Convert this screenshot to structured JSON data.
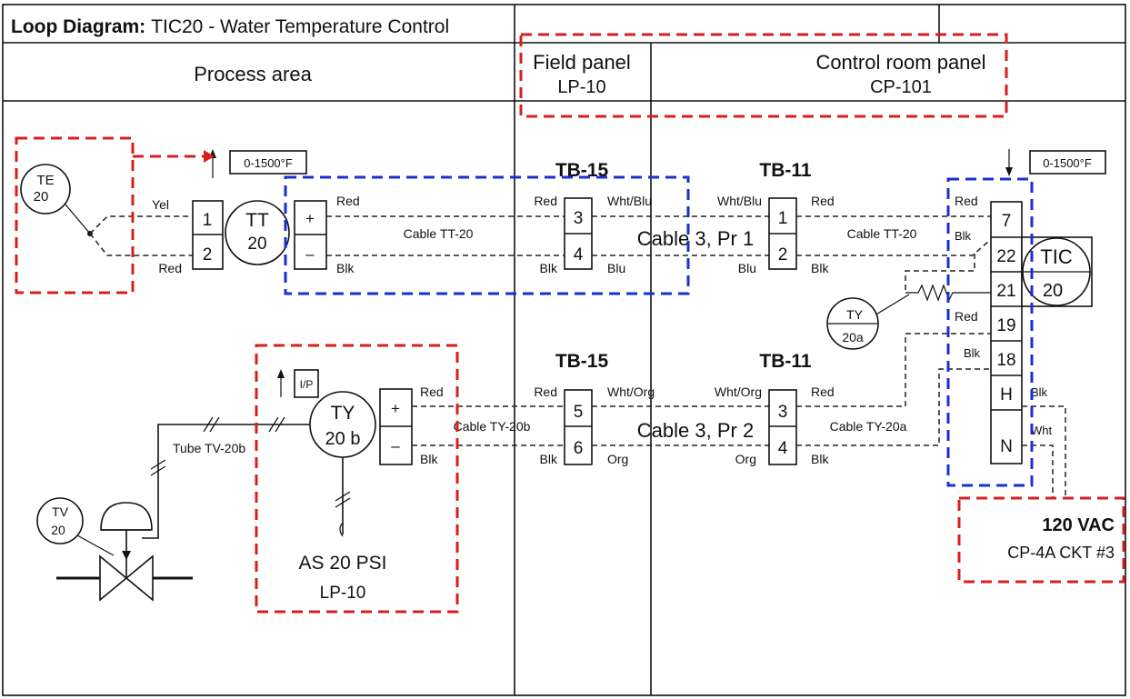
{
  "title": {
    "bold": "Loop Diagram:",
    "rest": "TIC20 - Water Temperature Control"
  },
  "header": {
    "process_area": "Process area",
    "field_panel": "Field panel",
    "field_panel_id": "LP-10",
    "control_room_panel": "Control room panel",
    "control_room_panel_id": "CP-101"
  },
  "instruments": {
    "te": {
      "tag": "TE",
      "num": "20"
    },
    "tt": {
      "tag": "TT",
      "num": "20"
    },
    "tic": {
      "tag": "TIC",
      "num": "20"
    },
    "ty20a": {
      "tag": "TY",
      "num": "20a"
    },
    "ty20b": {
      "tag": "TY",
      "num": "20 b"
    },
    "tv": {
      "tag": "TV",
      "num": "20"
    }
  },
  "ranges": {
    "tt": "0-1500°F",
    "tic": "0-1500°F"
  },
  "ip_label": "I/P",
  "terminal_blocks": {
    "tb15_top": "TB-15",
    "tb11_top": "TB-11",
    "tb15_bottom": "TB-15",
    "tb11_bottom": "TB-11"
  },
  "terminals": {
    "tt_in": [
      "1",
      "2"
    ],
    "tt_out": [
      "+",
      "–"
    ],
    "tb15_top": [
      "3",
      "4"
    ],
    "tb11_top": [
      "1",
      "2"
    ],
    "ty_in": [
      "+",
      "–"
    ],
    "tb15_bottom": [
      "5",
      "6"
    ],
    "tb11_bottom": [
      "3",
      "4"
    ],
    "tic": [
      "7",
      "22",
      "21",
      "19",
      "18",
      "H",
      "N"
    ]
  },
  "wires": {
    "yel": "Yel",
    "red_te": "Red",
    "tt_red": "Red",
    "tt_blk": "Blk",
    "tb15t_red": "Red",
    "tb15t_whtblu": "Wht/Blu",
    "tb15t_blk": "Blk",
    "tb15t_blu": "Blu",
    "tb11t_whtblu": "Wht/Blu",
    "tb11t_red": "Red",
    "tb11t_blu": "Blu",
    "tb11t_blk": "Blk",
    "tic_red7": "Red",
    "tic_blk22": "Blk",
    "tic_red19": "Red",
    "tic_blk18": "Blk",
    "ty_red": "Red",
    "ty_blk": "Blk",
    "tb15b_red": "Red",
    "tb15b_whtorg": "Wht/Org",
    "tb15b_blk": "Blk",
    "tb15b_org": "Org",
    "tb11b_whtorg": "Wht/Org",
    "tb11b_red": "Red",
    "tb11b_org": "Org",
    "tb11b_blk": "Blk",
    "h_blk": "Blk",
    "n_wht": "Wht"
  },
  "cables": {
    "tt20_field": "Cable TT-20",
    "tt20_ctrl": "Cable TT-20",
    "pair1": "Cable 3, Pr 1",
    "ty20b": "Cable TY-20b",
    "pair2": "Cable 3, Pr 2",
    "ty20a": "Cable TY-20a"
  },
  "tube": "Tube TV-20b",
  "air_supply": {
    "line1": "AS 20 PSI",
    "line2": "LP-10"
  },
  "power": {
    "line1": "120 VAC",
    "line2": "CP-4A CKT #3"
  },
  "colors": {
    "red_highlight": "#d81e1e",
    "blue_highlight": "#1a2fd0",
    "line": "#111111"
  }
}
